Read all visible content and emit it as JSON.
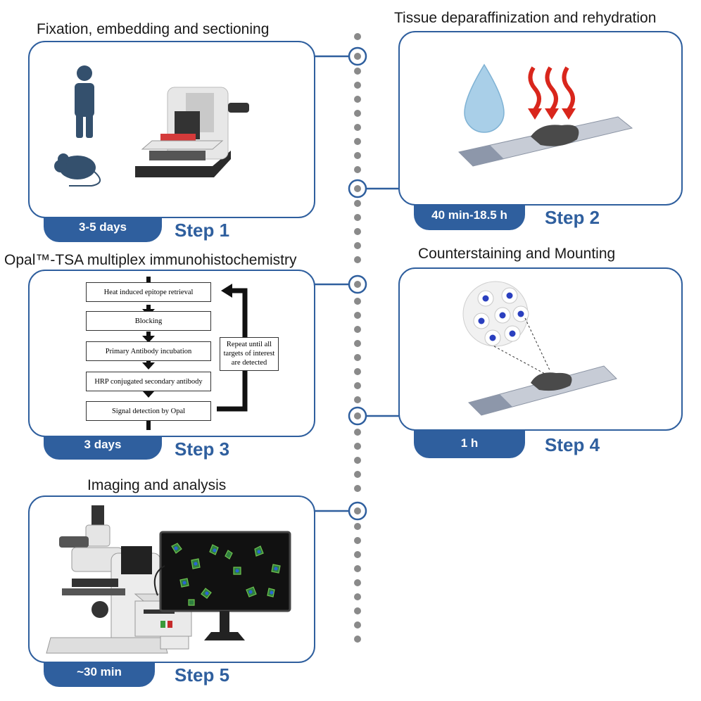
{
  "steps": [
    {
      "title": "Fixation, embedding and sectioning",
      "duration": "3-5 days",
      "label": "Step 1"
    },
    {
      "title": "Tissue deparaffinization and rehydration",
      "duration": "40 min-18.5 h",
      "label": "Step 2"
    },
    {
      "title": "Opal™-TSA multiplex immunohistochemistry",
      "duration": "3 days",
      "label": "Step 3"
    },
    {
      "title": "Counterstaining and Mounting",
      "duration": "1 h",
      "label": "Step 4"
    },
    {
      "title": "Imaging and analysis",
      "duration": "~30 min",
      "label": "Step 5"
    }
  ],
  "flowchart": {
    "boxes": [
      "Heat induced epitope retrieval",
      "Blocking",
      "Primary Antibody incubation",
      "HRP conjugated secondary antibody",
      "Signal detection by Opal"
    ],
    "repeat_note": "Repeat until all targets of interest are detected"
  },
  "colors": {
    "accent": "#2f5f9e",
    "timeline_dot": "#8a8a8a",
    "heat": "#d9261c",
    "drop": "#a9cfe8"
  }
}
